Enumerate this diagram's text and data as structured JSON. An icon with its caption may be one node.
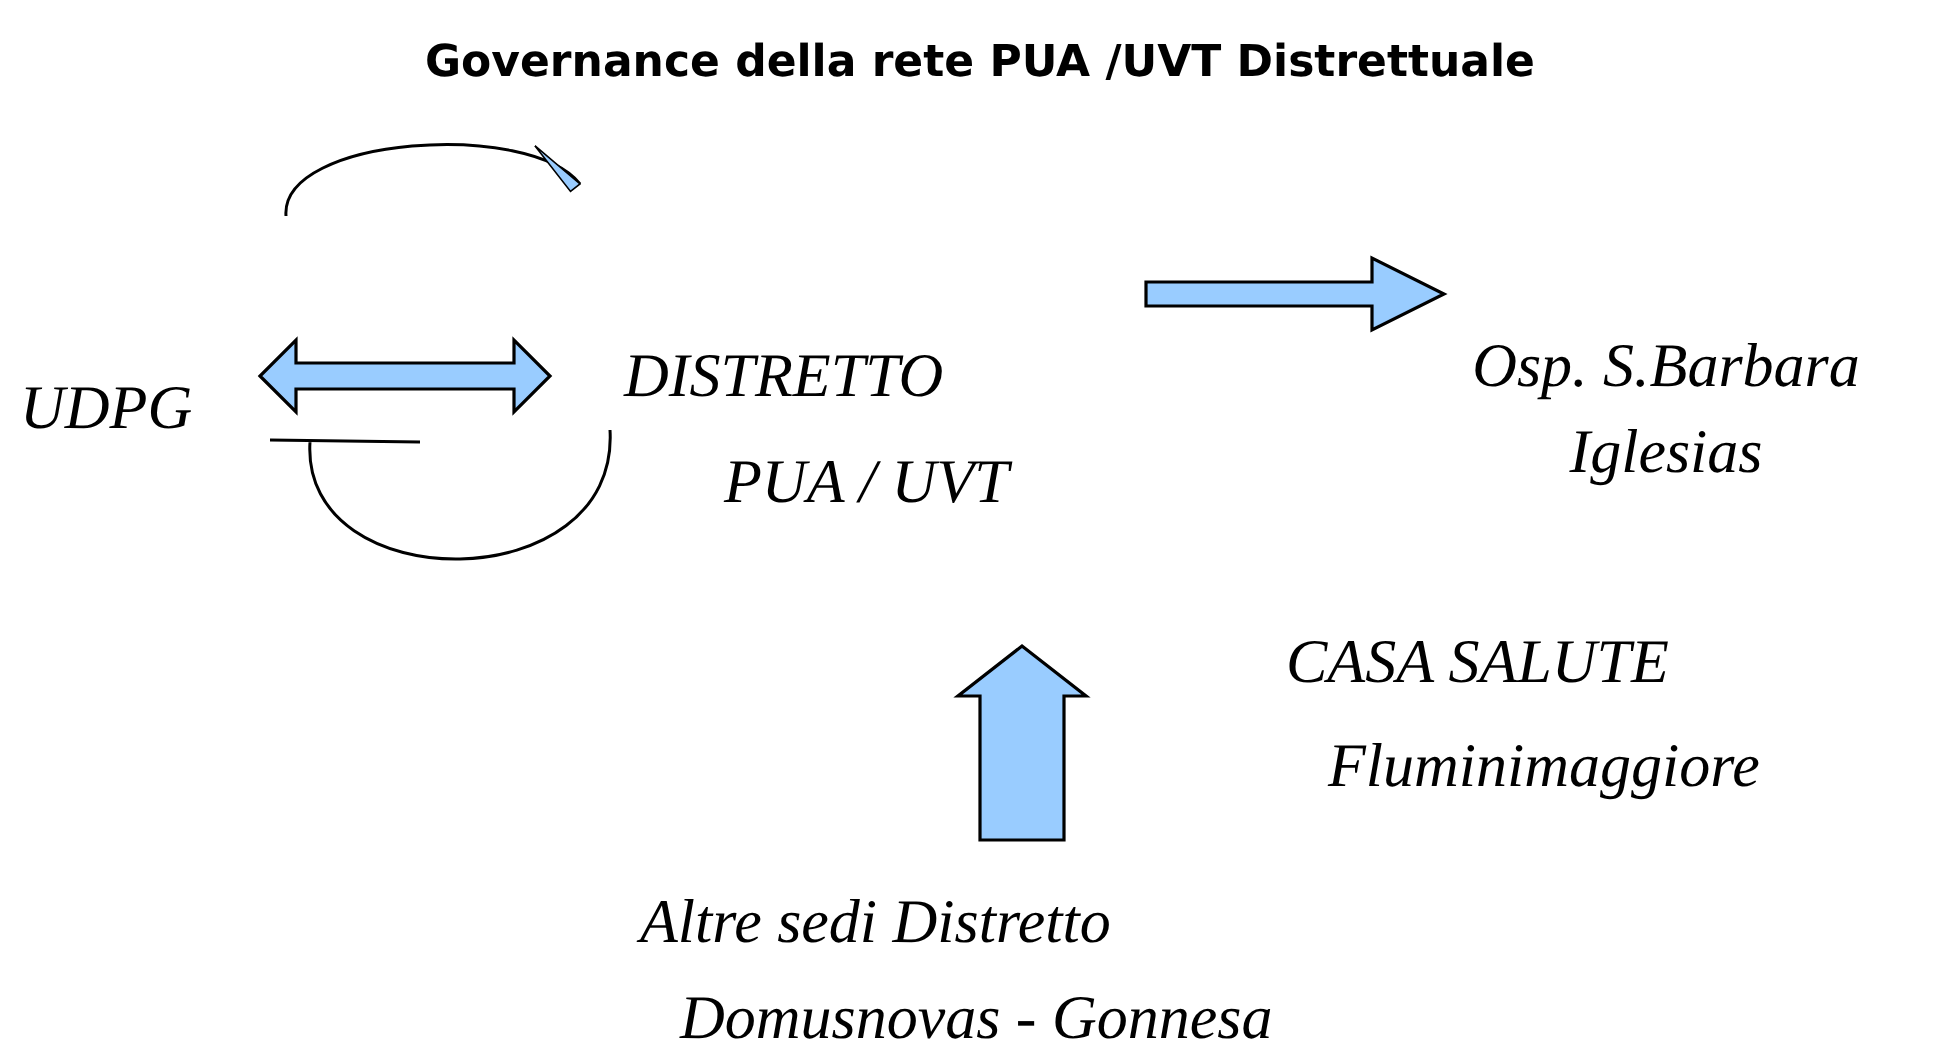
{
  "diagram": {
    "title": "Governance della rete PUA /UVT Distrettuale",
    "nodes": [
      {
        "text": [
          "UDPG"
        ]
      },
      {
        "text": [
          "DISTRETTO",
          "PUA / UVT"
        ]
      },
      {
        "text": [
          "Osp. S.Barbara Iglesias"
        ]
      },
      {
        "text": [
          "CASA SALUTE",
          "Fluminimaggiore"
        ]
      },
      {
        "text": [
          "Altre sedi Distretto",
          "Domusnovas - Gonnesa"
        ]
      }
    ],
    "edges": [
      {
        "from": 0,
        "to": 1,
        "arrow": "both",
        "style": "thick"
      },
      {
        "from": 1,
        "to": 2,
        "arrow": "to",
        "style": "thick"
      },
      {
        "from": 4,
        "to": 1,
        "arrow": "to",
        "style": "thick"
      }
    ]
  }
}
